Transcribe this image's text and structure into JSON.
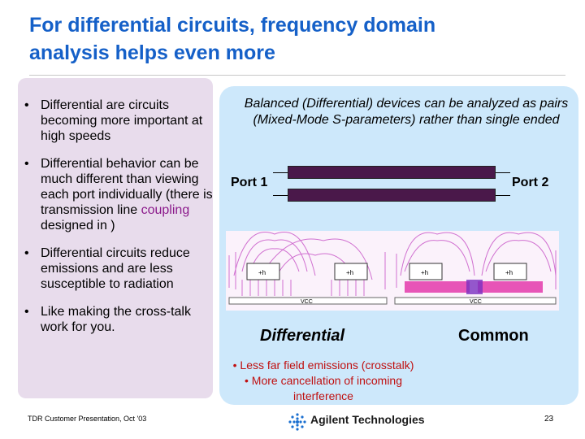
{
  "title": {
    "line1": "For differential circuits, frequency domain",
    "line2": "analysis helps even more"
  },
  "bullets": [
    {
      "text": "Differential are circuits becoming more important at high speeds"
    },
    {
      "text_before": "Differential behavior can be much different than viewing each port individually (there is transmission line ",
      "highlight": "coupling",
      "text_after": " designed in )"
    },
    {
      "text": "Differential circuits reduce emissions and are less susceptible to radiation"
    },
    {
      "text": "Like making the cross-talk work for you."
    }
  ],
  "bullet_glyph": "•",
  "balanced_text": "Balanced (Differential) devices can be analyzed as pairs (Mixed-Mode S-parameters) rather than single ended",
  "ports": {
    "port1": "Port 1",
    "port2": "Port 2"
  },
  "field_labels": {
    "charge_pos": "+h",
    "ground": "VCC"
  },
  "modes": {
    "differential": "Differential",
    "common": "Common"
  },
  "notes": [
    "• Less far field emissions (crosstalk)",
    "• More cancellation of incoming interference"
  ],
  "footer": {
    "presentation": "TDR Customer Presentation, Oct '03",
    "company": "Agilent Technologies",
    "page": "23"
  },
  "colors": {
    "title": "#1560c8",
    "left_panel": "#e8dcec",
    "right_panel": "#cde8fb",
    "coupling": "#8b1a8b",
    "notes": "#c01010",
    "tline": "#4a184a",
    "field_lines": "#d070d0"
  }
}
